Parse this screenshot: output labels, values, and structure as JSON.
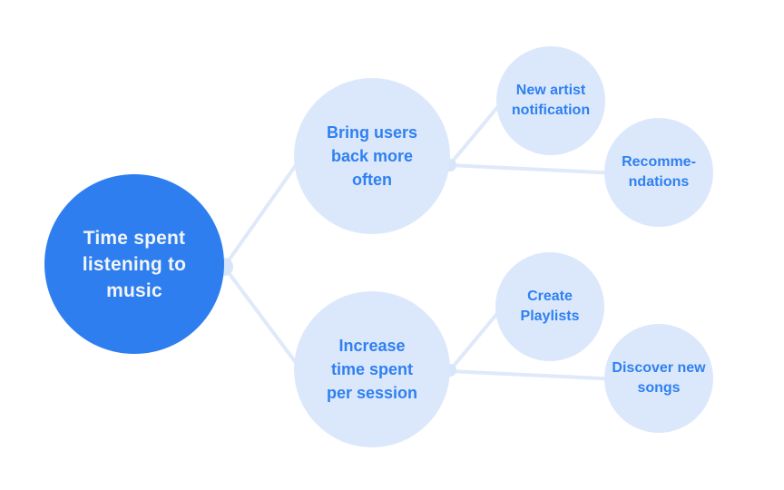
{
  "colors": {
    "background": "#ffffff",
    "root_fill": "#2e7ef0",
    "root_text": "#f2f5f7",
    "node_fill": "#dbe8fc",
    "node_text": "#2f80f0",
    "connector": "#dfe9f9",
    "connector_dot": "#d7e5fa"
  },
  "nodes": {
    "root": {
      "text": "Time spent listening to music",
      "lines": [
        "Time spent",
        "listening to",
        "music"
      ]
    },
    "branch_top": {
      "text": "Bring users back more often",
      "lines": [
        "Bring users",
        "back more",
        "often"
      ]
    },
    "branch_bottom": {
      "text": "Increase time spent per session",
      "lines": [
        "Increase",
        "time spent",
        "per session"
      ]
    },
    "leaf_new_artist": {
      "text": "New artist notification",
      "lines": [
        "New artist",
        "notification"
      ]
    },
    "leaf_recommendations": {
      "text": "Recommendations",
      "lines": [
        "Recomme-",
        "ndations"
      ]
    },
    "leaf_create_playlists": {
      "text": "Create Playlists",
      "lines": [
        "Create",
        "Playlists"
      ]
    },
    "leaf_discover_new_songs": {
      "text": "Discover new songs",
      "lines": [
        "Discover new",
        "songs"
      ]
    }
  },
  "edges": [
    {
      "from": "root",
      "to": "branch_top"
    },
    {
      "from": "root",
      "to": "branch_bottom"
    },
    {
      "from": "branch_top",
      "to": "leaf_new_artist"
    },
    {
      "from": "branch_top",
      "to": "leaf_recommendations"
    },
    {
      "from": "branch_bottom",
      "to": "leaf_create_playlists"
    },
    {
      "from": "branch_bottom",
      "to": "leaf_discover_new_songs"
    }
  ]
}
